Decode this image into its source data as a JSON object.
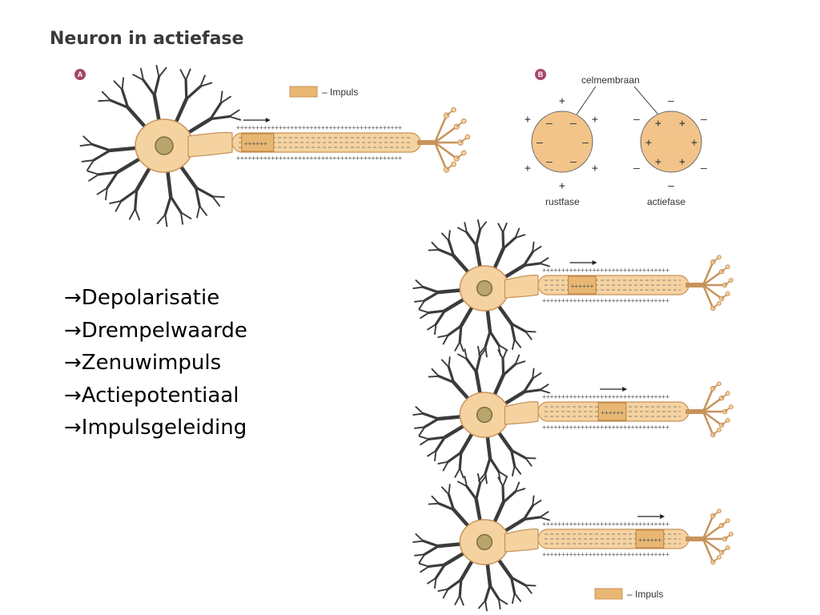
{
  "title": "Neuron in actiefase",
  "panel_a": {
    "badge": "A",
    "legend_label": "– Impuls",
    "legend_color": "#e8b873"
  },
  "panel_b": {
    "badge": "B",
    "membrane_label": "celmembraan",
    "rest_label": "rustfase",
    "action_label": "actiefase",
    "plus": "+",
    "minus": "–"
  },
  "bullets": [
    {
      "arrow": "→",
      "text": "Depolarisatie"
    },
    {
      "arrow": "→",
      "text": "Drempelwaarde"
    },
    {
      "arrow": "→",
      "text": "Zenuwimpuls"
    },
    {
      "arrow": "→",
      "text": "Actiepotentiaal"
    },
    {
      "arrow": "→",
      "text": "Impulsgeleiding"
    }
  ],
  "bottom_legend_label": "– Impuls",
  "colors": {
    "cell_fill": "#f5d3a1",
    "cell_stroke": "#c8935a",
    "nucleus": "#b7a56b",
    "dendrite": "#3b3b3b",
    "impulse": "#e8b873",
    "badge": "#a7446c"
  },
  "neurons": [
    {
      "name": "neuron-a",
      "impulse_position": 0.05
    },
    {
      "name": "neuron-step-1",
      "impulse_position": 0.2
    },
    {
      "name": "neuron-step-2",
      "impulse_position": 0.4
    },
    {
      "name": "neuron-step-3",
      "impulse_position": 0.65
    }
  ]
}
